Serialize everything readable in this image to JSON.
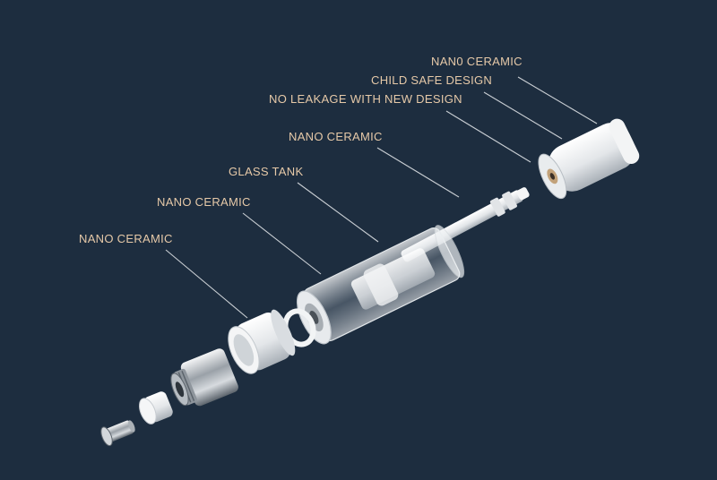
{
  "labels": [
    "NAN0 CERAMIC",
    "CHILD SAFE DESIGN",
    "NO LEAKAGE WITH NEW DESIGN",
    "NANO CERAMIC",
    "GLASS TANK",
    "NANO CERAMIC",
    "NANO CERAMIC"
  ],
  "colors": {
    "background": "#1d2d3f",
    "label_text": "#e6c9a8",
    "leader_line": "#c9ced3",
    "ceramic": "#eceeef",
    "metal": "#b9bec4"
  }
}
